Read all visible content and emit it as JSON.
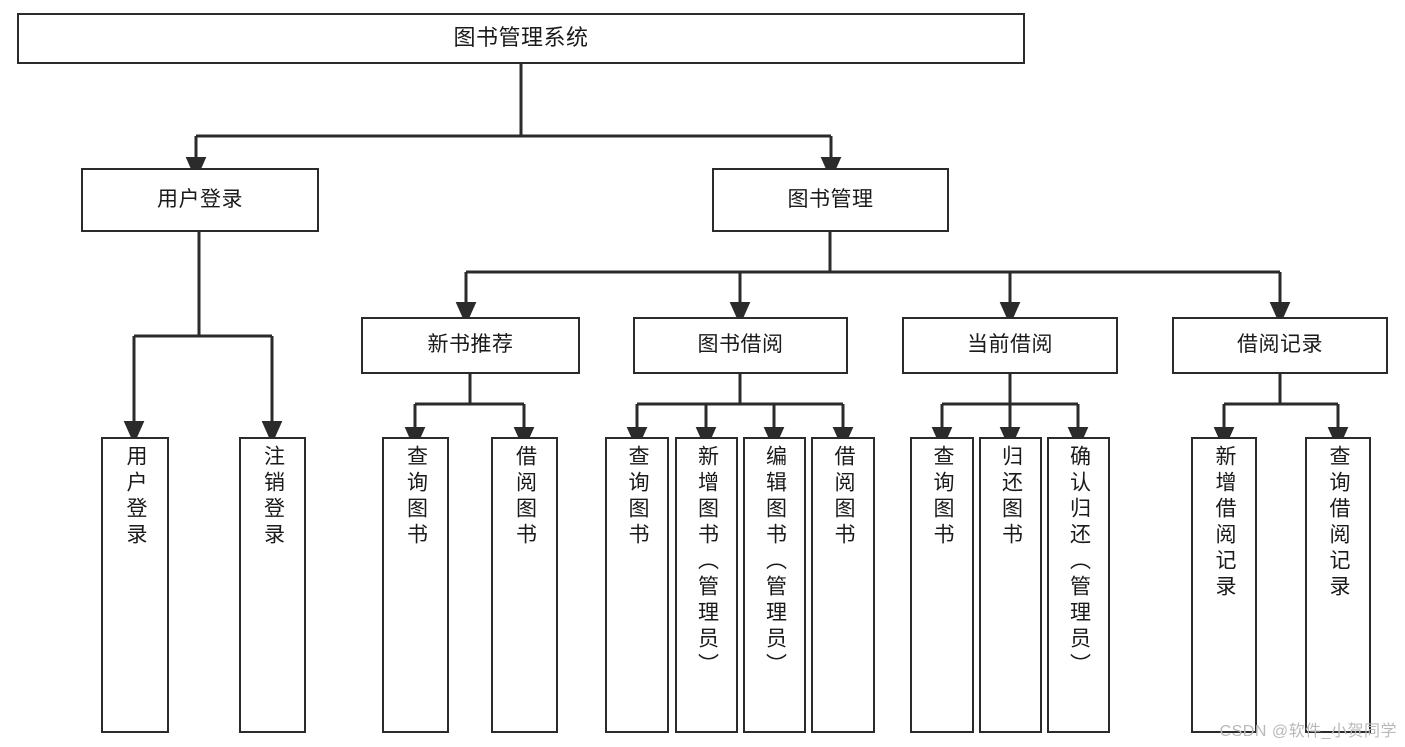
{
  "diagram": {
    "title": "图书管理系统",
    "type": "tree-hierarchy",
    "root": {
      "id": "root",
      "label": "图书管理系统"
    },
    "level2": [
      {
        "id": "user-login",
        "label": "用户登录"
      },
      {
        "id": "book-manage",
        "label": "图书管理"
      }
    ],
    "level3": [
      {
        "id": "new-book-recommend",
        "label": "新书推荐",
        "parent": "book-manage"
      },
      {
        "id": "book-borrow",
        "label": "图书借阅",
        "parent": "book-manage"
      },
      {
        "id": "current-borrow",
        "label": "当前借阅",
        "parent": "book-manage"
      },
      {
        "id": "borrow-record",
        "label": "借阅记录",
        "parent": "book-manage"
      }
    ],
    "leaves": [
      {
        "id": "leaf-user-login",
        "label": "用户登录",
        "parent": "user-login"
      },
      {
        "id": "leaf-user-logout",
        "label": "注销登录",
        "parent": "user-login"
      },
      {
        "id": "leaf-query-book-1",
        "label": "查询图书",
        "parent": "new-book-recommend"
      },
      {
        "id": "leaf-borrow-book-1",
        "label": "借阅图书",
        "parent": "new-book-recommend"
      },
      {
        "id": "leaf-query-book-2",
        "label": "查询图书",
        "parent": "book-borrow"
      },
      {
        "id": "leaf-add-book",
        "label": "新增图书（管理员）",
        "parent": "book-borrow"
      },
      {
        "id": "leaf-edit-book",
        "label": "编辑图书（管理员）",
        "parent": "book-borrow"
      },
      {
        "id": "leaf-borrow-book-2",
        "label": "借阅图书",
        "parent": "book-borrow"
      },
      {
        "id": "leaf-query-book-3",
        "label": "查询图书",
        "parent": "current-borrow"
      },
      {
        "id": "leaf-return-book",
        "label": "归还图书",
        "parent": "current-borrow"
      },
      {
        "id": "leaf-confirm-return",
        "label": "确认归还（管理员）",
        "parent": "current-borrow"
      },
      {
        "id": "leaf-add-record",
        "label": "新增借阅记录",
        "parent": "borrow-record"
      },
      {
        "id": "leaf-query-record",
        "label": "查询借阅记录",
        "parent": "borrow-record"
      }
    ],
    "colors": {
      "stroke": "#2b2b2b",
      "fill": "#ffffff",
      "text": "#1a1a1a",
      "watermark": "#b9b9b9"
    }
  },
  "watermark": {
    "text": "CSDN @软件_小贺同学"
  }
}
